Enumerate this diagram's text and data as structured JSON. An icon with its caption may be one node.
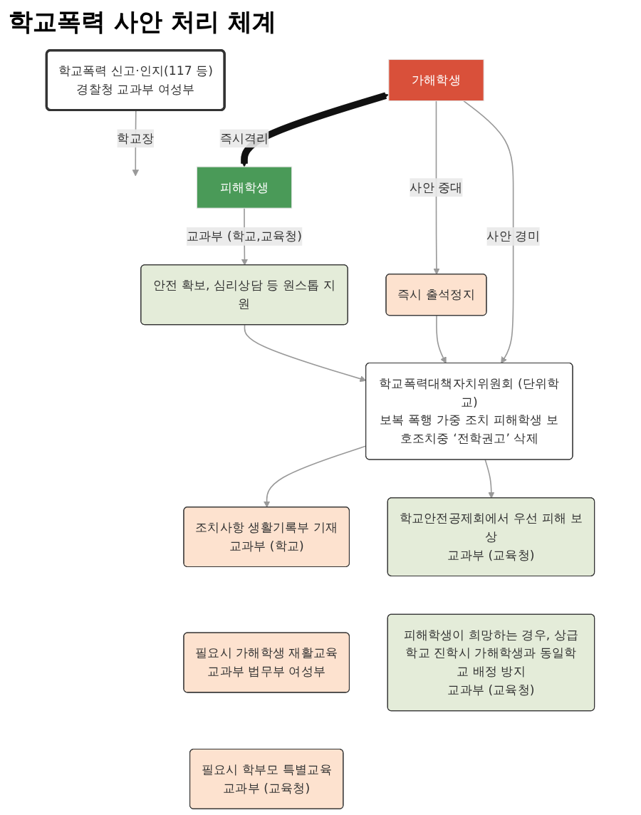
{
  "diagram": {
    "title": "학교폭력 사안 처리 체계",
    "nodes": [
      {
        "text": [
          "학교폭력 신고·인지(117 등)",
          "경찰청 교과부 여성부"
        ]
      },
      {
        "text": [
          "가해학생"
        ]
      },
      {
        "text": [
          "피해학생"
        ]
      },
      {
        "text": [
          "즉시 출석정지"
        ]
      },
      {
        "text": [
          "안전 확보, 심리상담 등 원스톱 지원"
        ]
      },
      {
        "text": [
          "학교폭력대책자치위원회 (단위학교)",
          "보복 폭행 가중 조치 피해학생 보호조치중 ‘전학권고’ 삭제"
        ]
      },
      {
        "text": [
          "조치사항 생활기록부 기재",
          "교과부 (학교)"
        ]
      },
      {
        "text": [
          "필요시 가해학생 재활교육",
          "교과부 법무부 여성부"
        ]
      },
      {
        "text": [
          "필요시 학부모 특별교육",
          "교과부 (교육청)"
        ]
      },
      {
        "text": [
          "학교안전공제회에서 우선 피해 보상",
          "교과부 (교육청)"
        ]
      },
      {
        "text": [
          "피해학생이 희망하는 경우, 상급학교 진학시 가해학생과 동일학교 배정 방지",
          "교과부 (교육청)"
        ]
      }
    ],
    "edges": [
      {
        "from": 0,
        "to": null,
        "label": "학교장",
        "arrow": "to"
      },
      {
        "from": 1,
        "to": 2,
        "label": "즉시격리",
        "arrow": "both",
        "style": "thick",
        "color": "#111111"
      },
      {
        "from": 1,
        "to": 3,
        "label": "사안 중대",
        "arrow": "to"
      },
      {
        "from": 1,
        "to": 5,
        "label": "사안 경미",
        "arrow": "to"
      },
      {
        "from": 2,
        "to": 4,
        "label": "교과부 (학교,교육청)",
        "arrow": "to"
      },
      {
        "from": 3,
        "to": 5,
        "arrow": "to"
      },
      {
        "from": 4,
        "to": 5,
        "arrow": "to"
      },
      {
        "from": 5,
        "to": 6,
        "arrow": "to"
      },
      {
        "from": 5,
        "to": 9,
        "arrow": "to"
      }
    ]
  }
}
